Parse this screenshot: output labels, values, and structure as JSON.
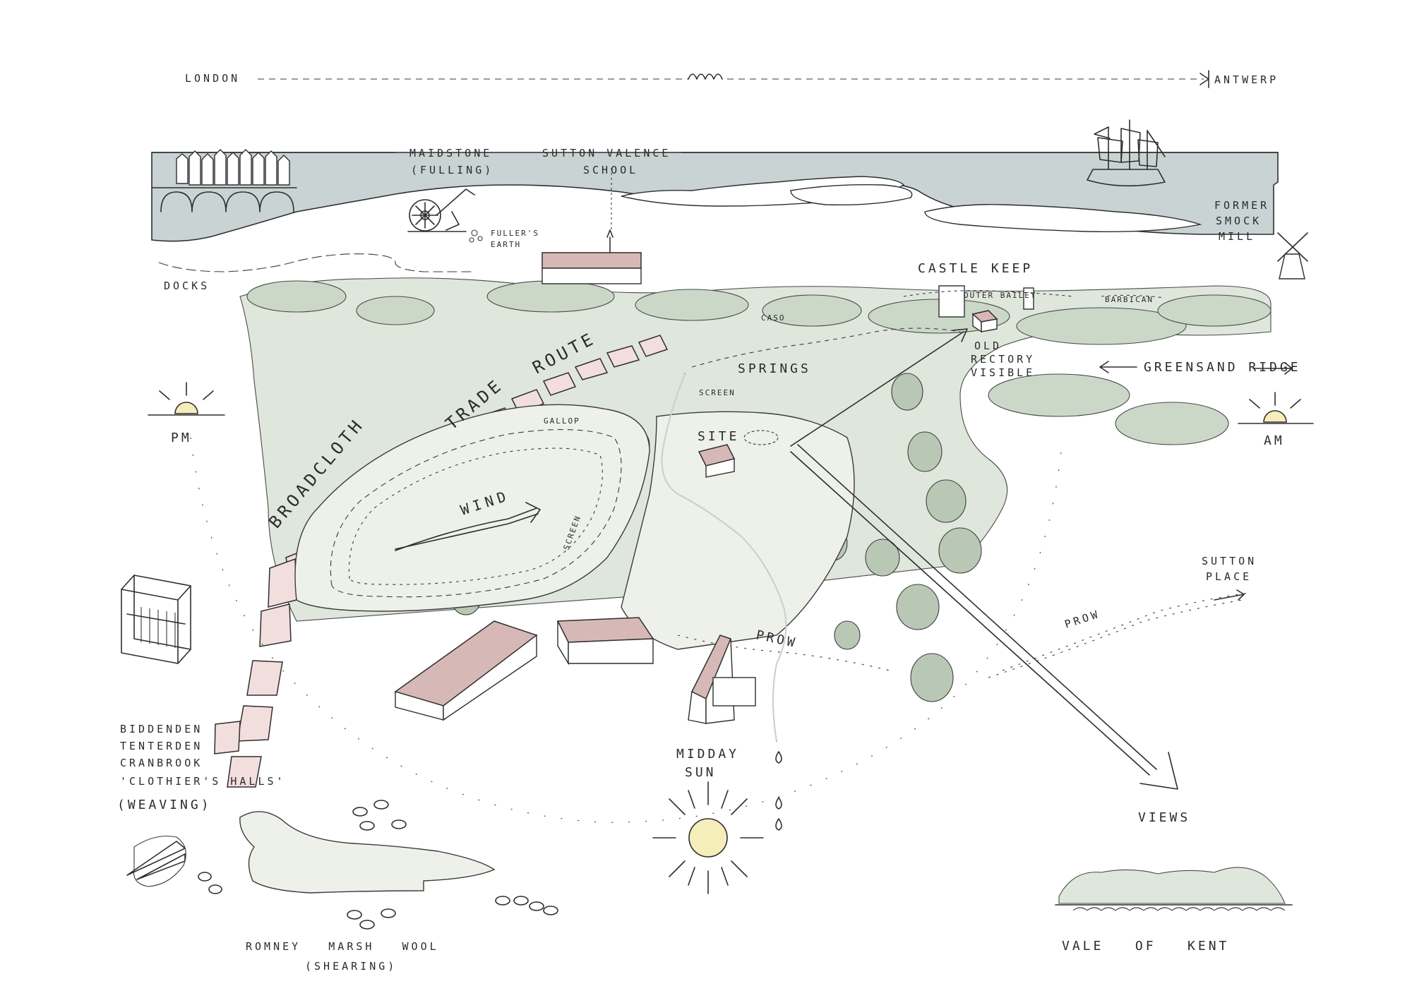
{
  "labels": {
    "london": "LONDON",
    "antwerp": "ANTWERP",
    "maidstone": "MAIDSTONE",
    "fulling": "(FULLING)",
    "sutton_valence_1": "SUTTON VALENCE",
    "sutton_valence_2": "SCHOOL",
    "fullers_earth_1": "FULLER'S",
    "fullers_earth_2": "EARTH",
    "docks": "DOCKS",
    "former_smock_mill_1": "FORMER",
    "former_smock_mill_2": "SMOCK",
    "former_smock_mill_3": "MILL",
    "castle_keep": "CASTLE KEEP",
    "outer_bailey": "OUTER BAILEY",
    "barbican": "BARBICAN",
    "caso": "CASO",
    "old_rectory_1": "OLD",
    "old_rectory_2": "RECTORY",
    "old_rectory_3": "VISIBLE",
    "springs": "SPRINGS",
    "greensand_ridge": "GREENSAND RIDGE",
    "screen_top": "SCREEN",
    "screen_side": "SCREEN",
    "gallop": "GALLOP",
    "site": "SITE",
    "wind": "WIND",
    "route": "ROUTE",
    "trade": "TRADE",
    "broadcloth": "BROADCLOTH",
    "pm": "PM",
    "am": "AM",
    "sutton_place_1": "SUTTON",
    "sutton_place_2": "PLACE",
    "prow_center": "PROW",
    "prow_right": "PROW",
    "biddenden": "BIDDENDEN",
    "tenterden": "TENTERDEN",
    "cranbrook": "CRANBROOK",
    "clothiers_halls": "'CLOTHIER'S HALLS'",
    "weaving": "(WEAVING)",
    "midday": "MIDDAY",
    "sun": "SUN",
    "views": "VIEWS",
    "romney_marsh_wool": "ROMNEY   MARSH   WOOL",
    "shearing": "(SHEARING)",
    "vale_of_kent": "VALE   OF   KENT"
  },
  "colors": {
    "sea": "#c9d3d3",
    "landscape_green": "#dfe7dc",
    "tree_green": "#b9c8b4",
    "field_pale": "#eef1ea",
    "route_pink": "#f3dede",
    "roof_pink": "#d6b9b6",
    "sun_yellow": "#f6eeba",
    "ink": "#2e2e2e"
  },
  "icons": [
    "ship-icon",
    "windmill-icon",
    "fulling-wheel-icon",
    "loom-icon",
    "sun-icon",
    "sheep-icon",
    "shears-icon"
  ]
}
